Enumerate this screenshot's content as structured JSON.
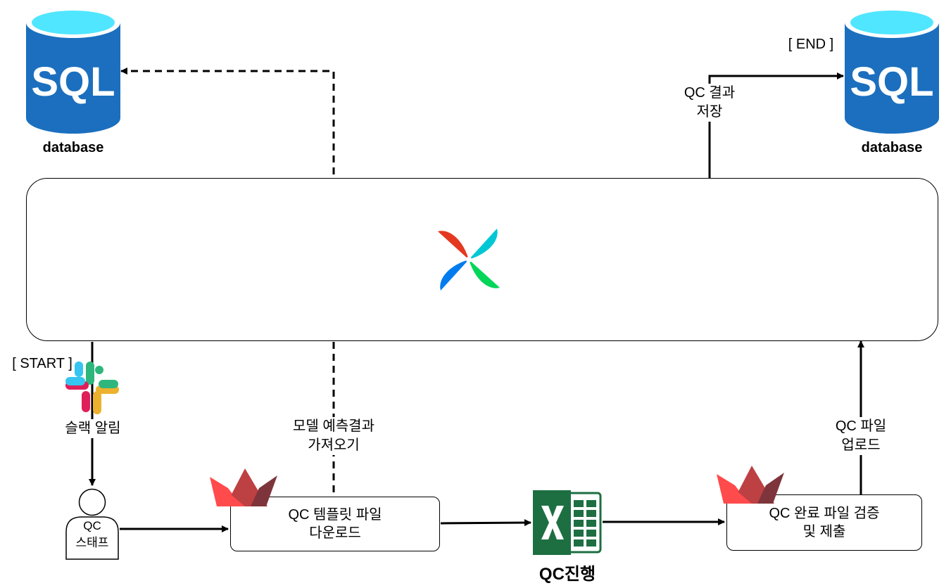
{
  "db_left": {
    "icon_text": "SQL",
    "label": "database"
  },
  "db_right": {
    "icon_text": "SQL",
    "label": "database",
    "tag": "[ END ]"
  },
  "save_label": {
    "line1": "QC 결과",
    "line2": "저장"
  },
  "start_tag": "[ START ]",
  "slack_label": "슬랙 알림",
  "fetch_label": {
    "line1": "모델 예측결과",
    "line2": "가져오기"
  },
  "upload_label": {
    "line1": "QC 파일",
    "line2": "업로드"
  },
  "staff": {
    "line1": "QC",
    "line2": "스태프"
  },
  "template_box": {
    "line1": "QC 템플릿 파일",
    "line2": "다운로드"
  },
  "verify_box": {
    "line1": "QC 완료 파일 검증",
    "line2": "및 제출"
  },
  "excel_label": "QC진행",
  "icons": [
    "sql-database-icon",
    "airflow-icon",
    "slack-icon",
    "user-icon",
    "streamlit-icon",
    "excel-icon"
  ],
  "colors": {
    "sql_blue": "#1b6fbe",
    "sql_top": "#50e6ff",
    "airflow_red": "#e43921",
    "airflow_teal": "#00c7d4",
    "airflow_blue": "#017cee",
    "airflow_green": "#04d659",
    "slack_blue": "#36c5f0",
    "slack_green": "#2eb67d",
    "slack_yellow": "#ecb22e",
    "slack_red": "#e01e5a",
    "streamlit_red": "#ff4b4b",
    "excel_green": "#1d6f42"
  }
}
